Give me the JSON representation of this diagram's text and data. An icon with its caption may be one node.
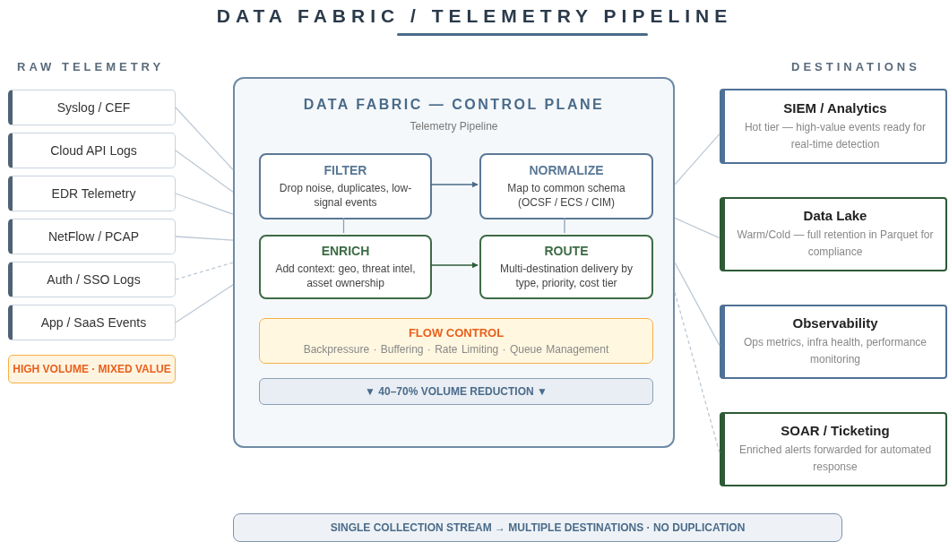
{
  "diagram": {
    "title": "DATA FABRIC / TELEMETRY PIPELINE",
    "nodes": [
      {
        "text": [
          "Syslog / CEF"
        ]
      },
      {
        "text": [
          "Cloud API Logs"
        ]
      },
      {
        "text": [
          "EDR Telemetry"
        ]
      },
      {
        "text": [
          "NetFlow / PCAP"
        ]
      },
      {
        "text": [
          "Auth / SSO Logs"
        ]
      },
      {
        "text": [
          "App / SaaS Events"
        ]
      },
      {
        "text": [
          "HIGH VOLUME · MIXED VALUE"
        ]
      },
      {
        "text": [
          "DATA FABRIC — CONTROL PLANE",
          "Telemetry Pipeline"
        ]
      },
      {
        "text": [
          "FILTER",
          "Drop noise, duplicates, low-signal events"
        ],
        "in": 7
      },
      {
        "text": [
          "NORMALIZE",
          "Map to common schema (OCSF / ECS / CIM)"
        ],
        "in": 7
      },
      {
        "text": [
          "ENRICH",
          "Add context: geo, threat intel, asset ownership"
        ],
        "in": 7
      },
      {
        "text": [
          "ROUTE",
          "Multi-destination delivery by type, priority, cost tier"
        ],
        "in": 7
      },
      {
        "text": [
          "FLOW CONTROL",
          "Backpressure · Buffering · Rate Limiting · Queue Management"
        ],
        "in": 7
      },
      {
        "text": [
          "▼ 40–70% VOLUME REDUCTION ▼"
        ],
        "in": 7
      },
      {
        "text": [
          "SIEM / Analytics",
          "Hot tier — high-value events ready for real-time detection"
        ]
      },
      {
        "text": [
          "Data Lake",
          "Warm/Cold — full retention in Parquet for compliance"
        ]
      },
      {
        "text": [
          "Observability",
          "Ops metrics, infra health, performance monitoring"
        ]
      },
      {
        "text": [
          "SOAR / Ticketing",
          "Enriched alerts forwarded for automated response"
        ]
      },
      {
        "text": [
          "SINGLE COLLECTION STREAM → MULTIPLE DESTINATIONS · NO DUPLICATION"
        ]
      }
    ],
    "edges": [
      {
        "from": 0,
        "to": 7,
        "arrow": "none"
      },
      {
        "from": 1,
        "to": 7,
        "arrow": "none"
      },
      {
        "from": 2,
        "to": 7,
        "arrow": "none"
      },
      {
        "from": 3,
        "to": 7,
        "arrow": "none"
      },
      {
        "from": 4,
        "to": 7,
        "arrow": "none",
        "style": "dashed"
      },
      {
        "from": 5,
        "to": 7,
        "arrow": "none"
      },
      {
        "from": 8,
        "to": 9,
        "arrow": "to",
        "color": "#4a6b8a"
      },
      {
        "from": 8,
        "to": 10,
        "arrow": "none",
        "color": "#8aa0b8"
      },
      {
        "from": 9,
        "to": 11,
        "arrow": "none",
        "color": "#8aa0b8"
      },
      {
        "from": 10,
        "to": 11,
        "arrow": "to",
        "color": "#2f5e3a"
      },
      {
        "from": 7,
        "to": 14,
        "arrow": "none"
      },
      {
        "from": 7,
        "to": 15,
        "arrow": "none"
      },
      {
        "from": 7,
        "to": 16,
        "arrow": "none"
      },
      {
        "from": 7,
        "to": 17,
        "arrow": "none",
        "style": "dashed"
      }
    ],
    "labels": [
      "RAW TELEMETRY",
      "DESTINATIONS"
    ]
  }
}
